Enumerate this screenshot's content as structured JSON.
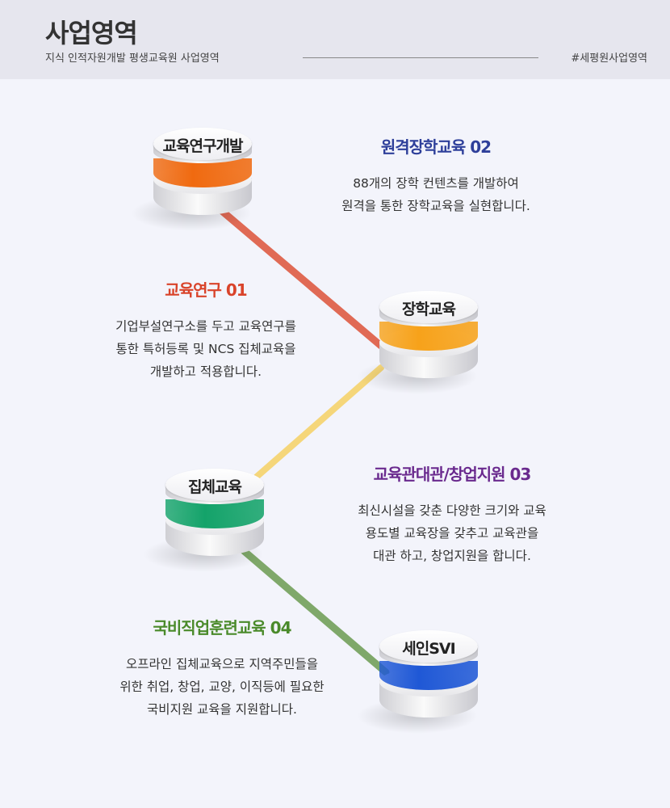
{
  "header": {
    "title": "사업영역",
    "subtitle": "지식 인적자원개발 평생교육원 사업영역",
    "hashtag": "#세평원사업영역"
  },
  "nodes": [
    {
      "label": "교육연구개발",
      "color": "#f06a10"
    },
    {
      "label": "장학교육",
      "color": "#f7a21a"
    },
    {
      "label": "집체교육",
      "color": "#14a36a"
    },
    {
      "label": "세인SVI",
      "color": "#1f58d6"
    }
  ],
  "connectors": [
    {
      "color": "#e06a55"
    },
    {
      "color": "#f5d67a"
    },
    {
      "color": "#7fa86a"
    }
  ],
  "blocks": [
    {
      "title": "원격장학교육  02",
      "color": "#2e3f9a",
      "desc": "88개의 장학 컨텐츠를 개발하여\n원격을 통한 장학교육을 실현합니다."
    },
    {
      "title": "교육연구 01",
      "color": "#d9432a",
      "desc": "기업부설연구소를 두고 교육연구를\n통한 특허등록 및 NCS 집체교육을\n개발하고 적용합니다."
    },
    {
      "title": "교육관대관/창업지원 03",
      "color": "#6a2a8e",
      "desc": "최신시설을 갖춘 다양한 크기와 교육\n용도별 교육장을 갖추고 교육관을\n대관 하고, 창업지원을 합니다."
    },
    {
      "title": "국비직업훈련교육 04",
      "color": "#4a8a2a",
      "desc": "오프라인 집체교육으로 지역주민들을\n위한 취업, 창업, 교양, 이직등에 필요한\n국비지원 교육을 지원합니다."
    }
  ]
}
